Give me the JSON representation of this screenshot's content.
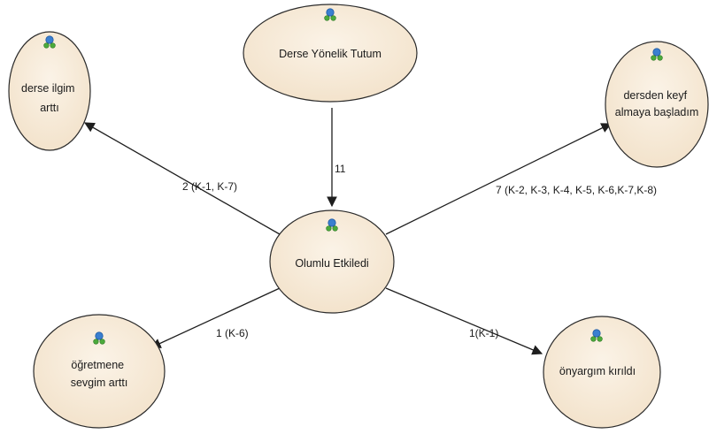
{
  "nodes": {
    "top": {
      "lines": [
        "Derse Yönelik Tutum"
      ]
    },
    "center": {
      "lines": [
        "Olumlu Etkiledi"
      ]
    },
    "top_left": {
      "lines": [
        "derse  ilgim",
        "arttı"
      ]
    },
    "top_right": {
      "lines": [
        "dersden keyf",
        "almaya başladım"
      ]
    },
    "bottom_left": {
      "lines": [
        "öğretmene",
        "sevgim arttı"
      ]
    },
    "bottom_right": {
      "lines": [
        "önyargım kırıldı"
      ]
    }
  },
  "edges": {
    "top_to_center": "11",
    "center_to_top_left": "2 (K-1, K-7)",
    "center_to_top_right": "7 (K-2, K-3, K-4, K-5, K-6,K-7,K-8)",
    "center_to_bottom_left": "1 (K-6)",
    "center_to_bottom_right": "1(K-1)"
  },
  "colors": {
    "node_fill": "#f6ead8",
    "node_stroke": "#2b2b2b",
    "edge": "#1e1e1e",
    "icon_blue": "#3a7fd0",
    "icon_green": "#4caa3c"
  },
  "icon": "network-node-icon"
}
